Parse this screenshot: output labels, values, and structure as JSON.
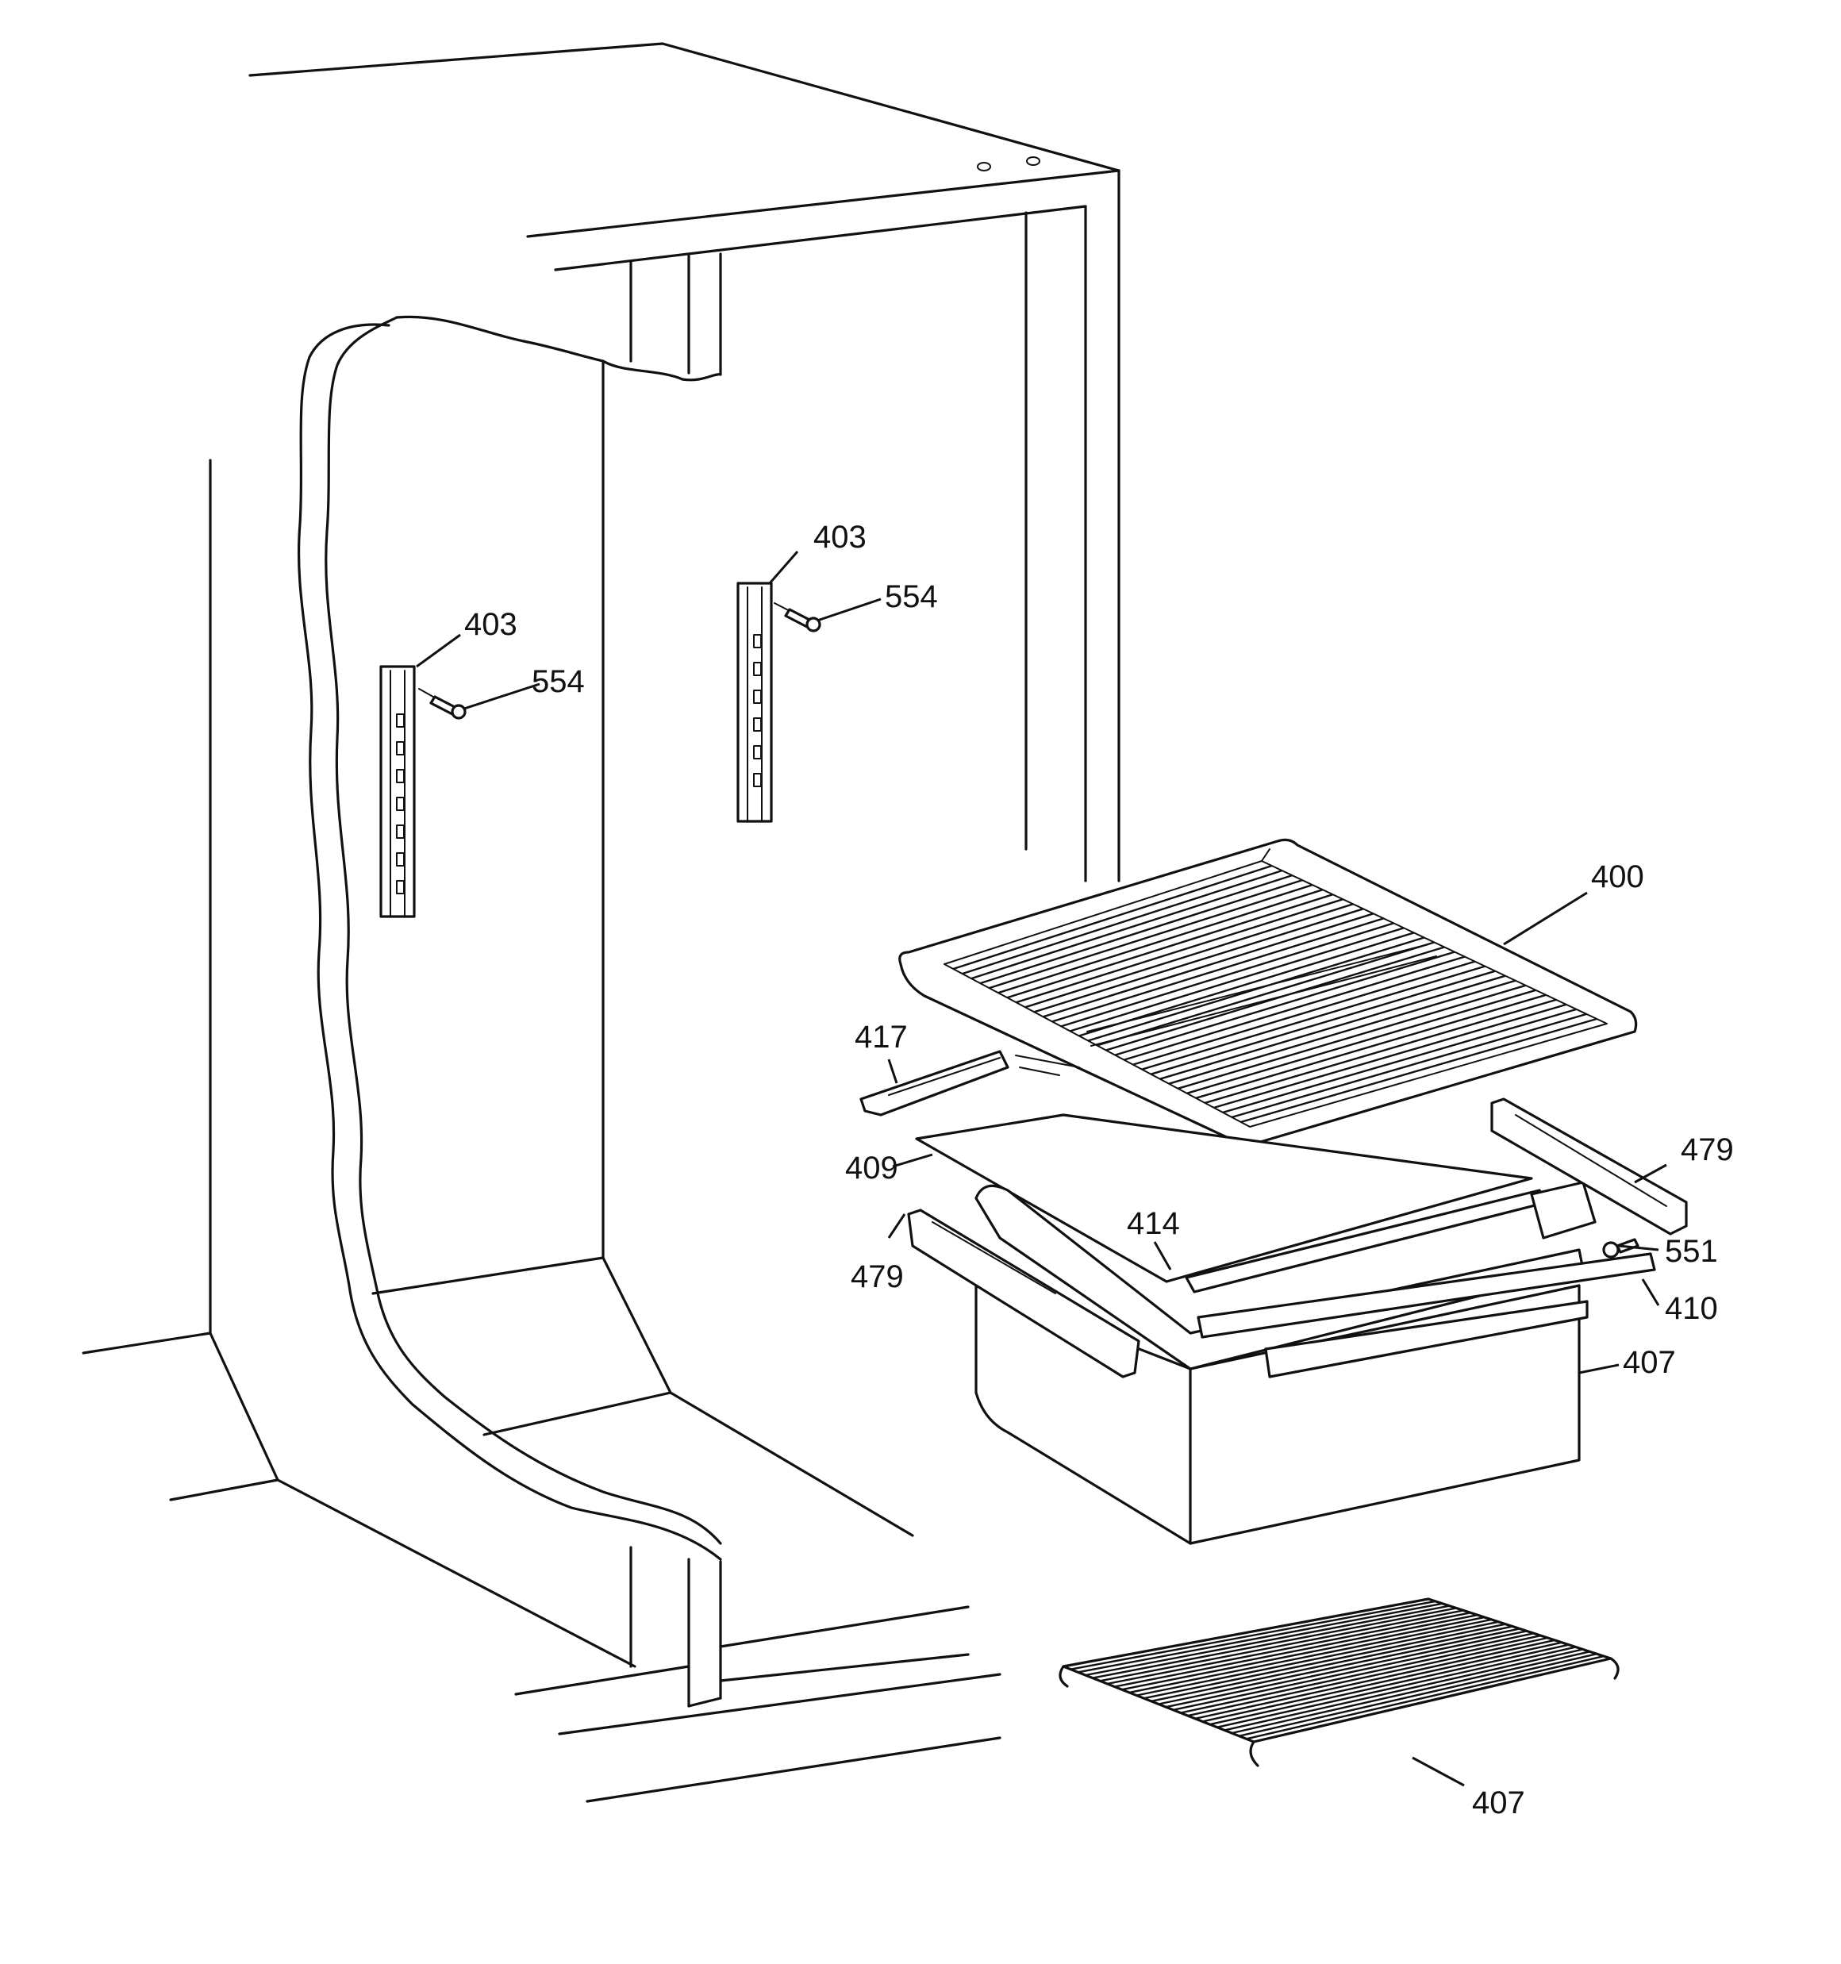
{
  "diagram": {
    "labels": {
      "shelf_400": "400",
      "rail_403_left": "403",
      "rail_403_right": "403",
      "screw_554_left": "554",
      "screw_554_right": "554",
      "trim_417": "417",
      "glass_409": "409",
      "slide_479_left": "479",
      "slide_479_right": "479",
      "channel_414": "414",
      "screw_551": "551",
      "cover_410": "410",
      "pan_407": "407",
      "rack_407": "407"
    }
  }
}
